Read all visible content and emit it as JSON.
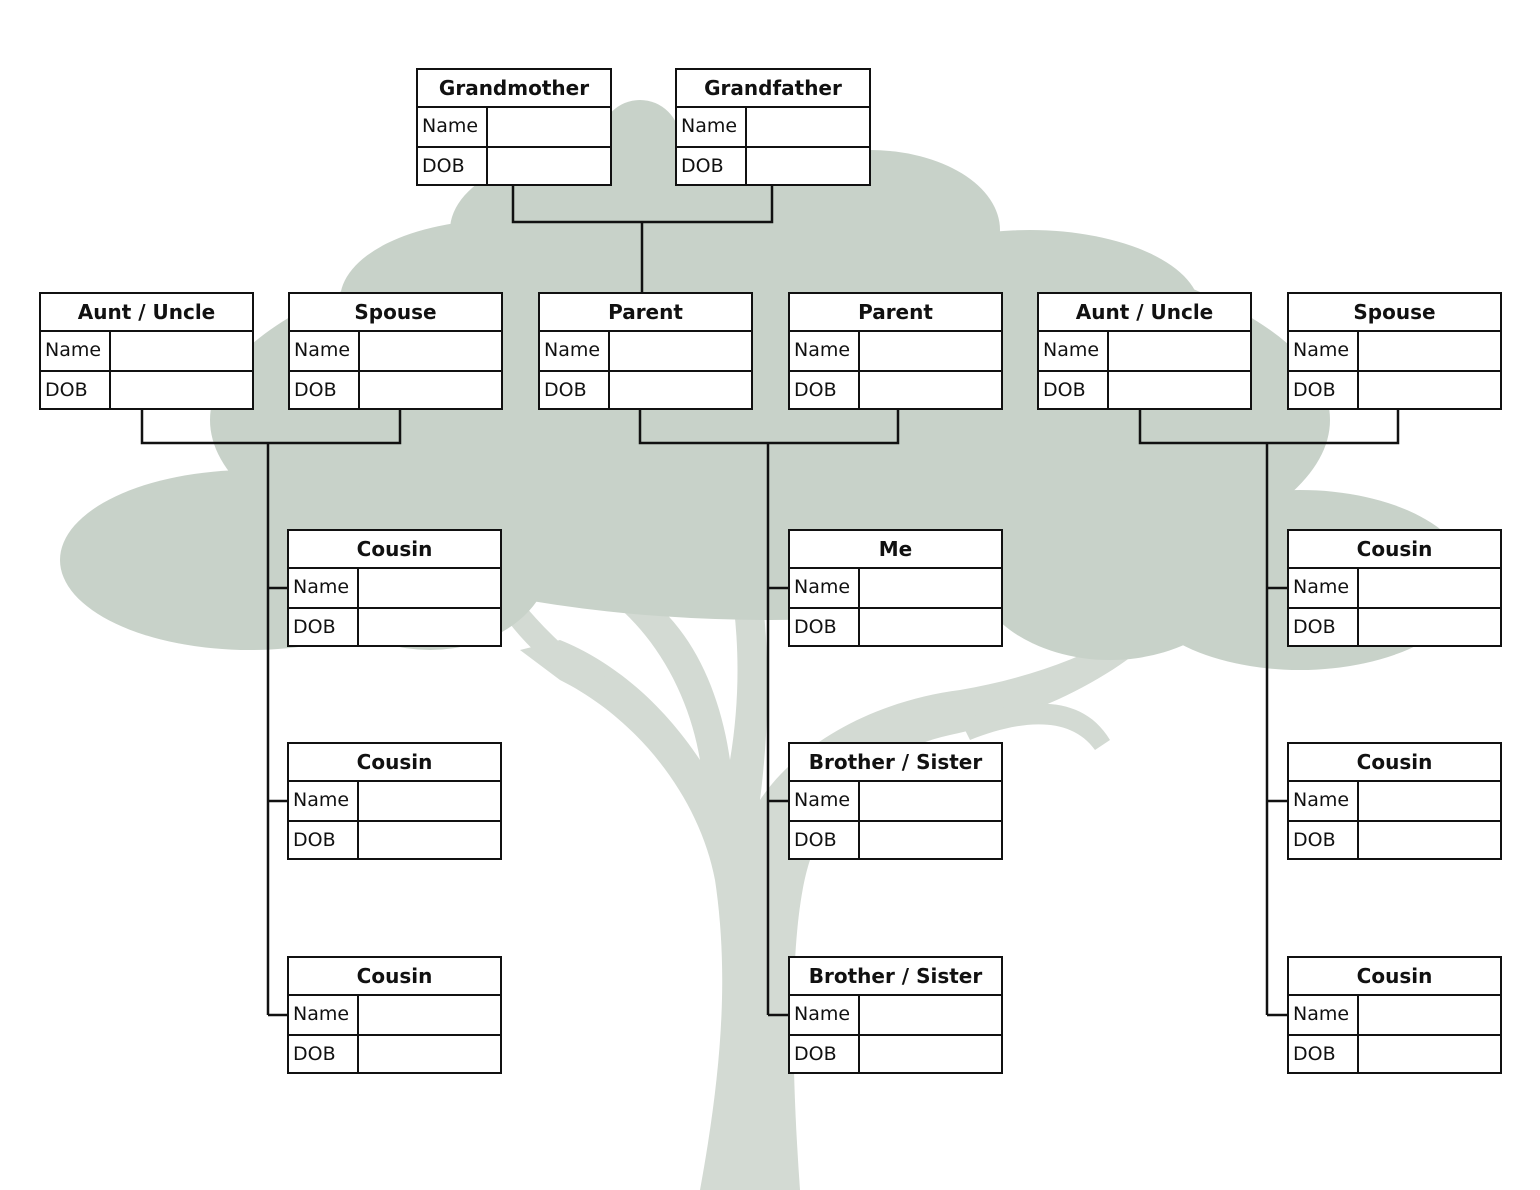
{
  "colors": {
    "tree": "#cbd5cc",
    "trunk": "#d6dcd6",
    "line": "#111111",
    "box_bg": "#ffffff"
  },
  "fields": {
    "name": "Name",
    "dob": "DOB"
  },
  "members": [
    {
      "id": "grandmother",
      "title": "Grandmother"
    },
    {
      "id": "grandfather",
      "title": "Grandfather"
    },
    {
      "id": "aunt-uncle-left",
      "title": "Aunt / Uncle"
    },
    {
      "id": "spouse-left",
      "title": "Spouse"
    },
    {
      "id": "parent-1",
      "title": "Parent"
    },
    {
      "id": "parent-2",
      "title": "Parent"
    },
    {
      "id": "aunt-uncle-right",
      "title": "Aunt / Uncle"
    },
    {
      "id": "spouse-right",
      "title": "Spouse"
    },
    {
      "id": "cousin-left-1",
      "title": "Cousin"
    },
    {
      "id": "cousin-left-2",
      "title": "Cousin"
    },
    {
      "id": "cousin-left-3",
      "title": "Cousin"
    },
    {
      "id": "me",
      "title": "Me"
    },
    {
      "id": "sibling-1",
      "title": "Brother / Sister"
    },
    {
      "id": "sibling-2",
      "title": "Brother / Sister"
    },
    {
      "id": "cousin-right-1",
      "title": "Cousin"
    },
    {
      "id": "cousin-right-2",
      "title": "Cousin"
    },
    {
      "id": "cousin-right-3",
      "title": "Cousin"
    }
  ]
}
